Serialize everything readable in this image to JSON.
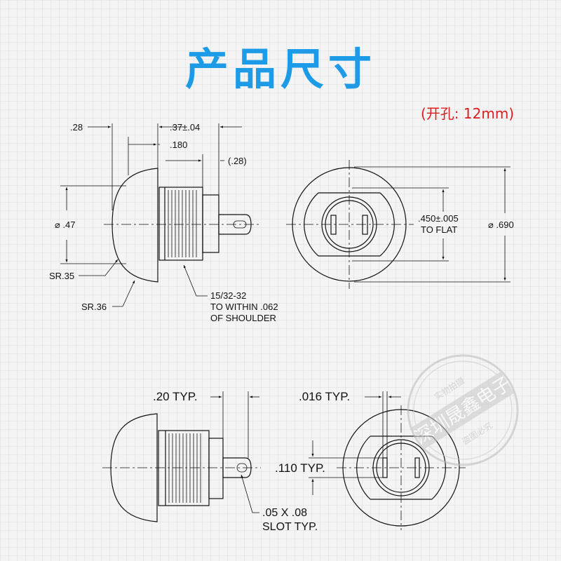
{
  "header": {
    "title": "产品尺寸",
    "cutout_note": "(开孔: 12mm)"
  },
  "colors": {
    "title": "#1e9be6",
    "note": "#d81e1e",
    "line": "#111111"
  },
  "top_side_view": {
    "dim_length": ".28",
    "dim_thread_length": ".37±.04",
    "dim_nut": ".180",
    "dim_terminal": "(.28)",
    "dim_diameter": "⌀ .47",
    "radius_1": "SR.35",
    "radius_2": "SR.36",
    "thread_note": [
      "15/32-32",
      "TO WITHIN .062",
      "OF SHOULDER"
    ]
  },
  "top_front_view": {
    "dim_flat": [
      ".450±.005",
      "TO FLAT"
    ],
    "dim_outer": "⌀ .690"
  },
  "bottom_side_view": {
    "dim_flange": ".20 TYP.",
    "slot_note": [
      ".05 X .08",
      "SLOT TYP."
    ]
  },
  "bottom_front_view": {
    "dim_tab_thickness": ".016 TYP.",
    "dim_tab_width": ".110 TYP."
  },
  "watermark": {
    "company": "深圳晟鑫电子",
    "top_text": "实物拍摄",
    "bottom_text": "盗图必究"
  }
}
